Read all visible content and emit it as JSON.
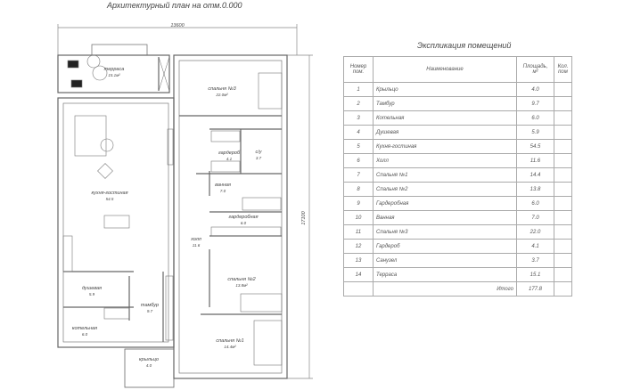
{
  "plan": {
    "title": "Архитектурный план на отм.0.000",
    "dim_width": "13600",
    "dim_height": "17100",
    "rooms": [
      {
        "name": "терраса",
        "area": "15.1м²"
      },
      {
        "name": "спальня №3",
        "area": "22.0м²"
      },
      {
        "name": "кухня-гостиная",
        "area": "54.5"
      },
      {
        "name": "гардероб",
        "area": "4.1"
      },
      {
        "name": "с/у",
        "area": "3.7"
      },
      {
        "name": "ванная",
        "area": "7.0"
      },
      {
        "name": "гардеробная",
        "area": "6.0"
      },
      {
        "name": "холл",
        "area": "11.6"
      },
      {
        "name": "спальня №2",
        "area": "13.8м²"
      },
      {
        "name": "душевая",
        "area": "5.9"
      },
      {
        "name": "тамбур",
        "area": "9.7"
      },
      {
        "name": "котельная",
        "area": "6.0"
      },
      {
        "name": "спальня №1",
        "area": "14.4м²"
      },
      {
        "name": "крыльцо",
        "area": "4.0"
      }
    ]
  },
  "explication": {
    "title": "Экспликация помещений",
    "headers": {
      "num": "Номер пом.",
      "name": "Наименование",
      "area": "Площадь, м²",
      "count": "Кол. пом"
    },
    "rows": [
      {
        "num": "1",
        "name": "Крыльцо",
        "area": "4.0"
      },
      {
        "num": "2",
        "name": "Тамбур",
        "area": "9.7"
      },
      {
        "num": "3",
        "name": "Котельная",
        "area": "6.0"
      },
      {
        "num": "4",
        "name": "Душевая",
        "area": "5.9"
      },
      {
        "num": "5",
        "name": "Кухня-гостиная",
        "area": "54.5"
      },
      {
        "num": "6",
        "name": "Холл",
        "area": "11.6"
      },
      {
        "num": "7",
        "name": "Спальня №1",
        "area": "14.4"
      },
      {
        "num": "8",
        "name": "Спальня №2",
        "area": "13.8"
      },
      {
        "num": "9",
        "name": "Гардеробная",
        "area": "6.0"
      },
      {
        "num": "10",
        "name": "Ванная",
        "area": "7.0"
      },
      {
        "num": "11",
        "name": "Спальня №3",
        "area": "22.0"
      },
      {
        "num": "12",
        "name": "Гардероб",
        "area": "4.1"
      },
      {
        "num": "13",
        "name": "Санузел",
        "area": "3.7"
      },
      {
        "num": "14",
        "name": "Терраса",
        "area": "15.1"
      }
    ],
    "total_label": "Итого",
    "total": "177.8"
  }
}
